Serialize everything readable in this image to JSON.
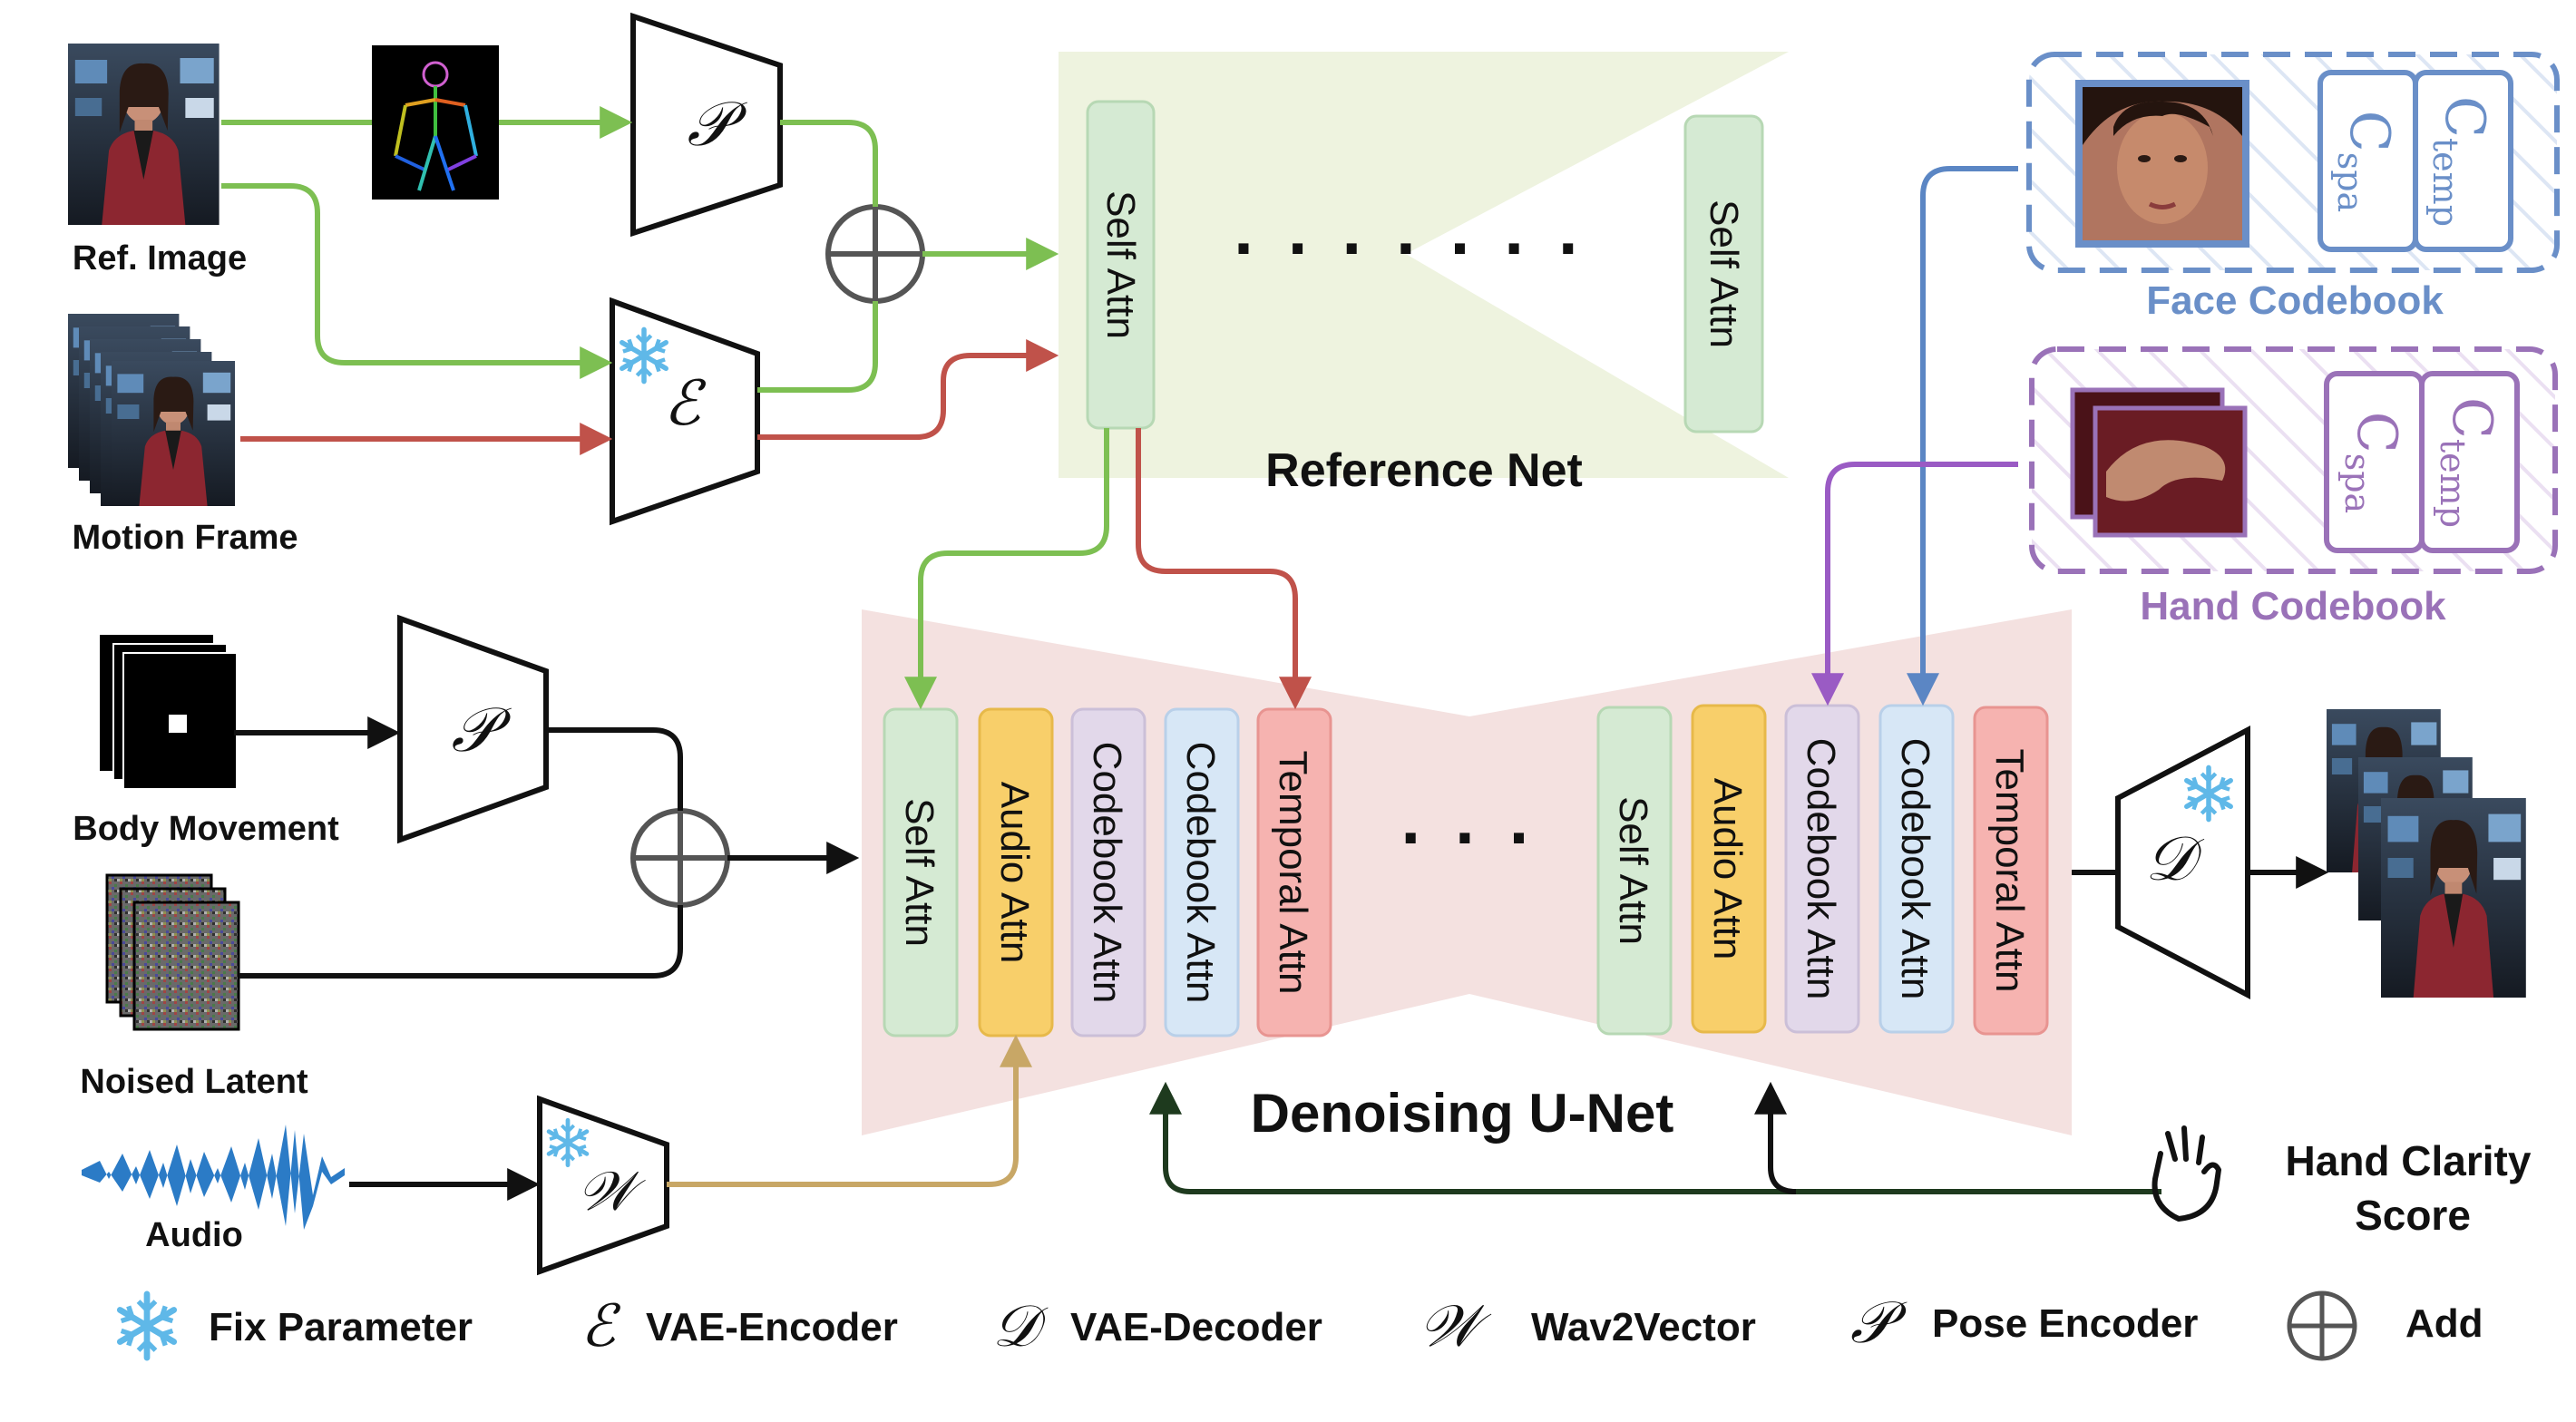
{
  "inputs": {
    "ref_image": "Ref. Image",
    "motion_frame": "Motion Frame",
    "body_movement": "Body Movement",
    "noised_latent": "Noised Latent",
    "audio": "Audio"
  },
  "symbols": {
    "pose": "𝒫",
    "encoder": "ℰ",
    "decoder": "𝒟",
    "wav": "𝒲"
  },
  "reference_net": {
    "title": "Reference Net",
    "blocks": [
      "Self Attn",
      "Self Attn"
    ],
    "ellipsis": "· · · · · · ·"
  },
  "denoising_unet": {
    "title": "Denoising U-Net",
    "blocks_left": [
      "Self Attn",
      "Audio Attn",
      "Codebook Attn",
      "Codebook Attn",
      "Temporal Attn"
    ],
    "blocks_right": [
      "Self Attn",
      "Audio Attn",
      "Codebook Attn",
      "Codebook Attn",
      "Temporal Attn"
    ],
    "ellipsis": "· · ·"
  },
  "codebooks": {
    "face": {
      "title": "Face Codebook",
      "c_spa": "C",
      "c_spa_sub": "spa",
      "c_temp": "C",
      "c_temp_sub": "temp"
    },
    "hand": {
      "title": "Hand Codebook",
      "c_spa": "C",
      "c_spa_sub": "spa",
      "c_temp": "C",
      "c_temp_sub": "temp"
    }
  },
  "hand_clarity": {
    "line1": "Hand Clarity",
    "line2": "Score"
  },
  "legend": {
    "fix_parameter": "Fix Parameter",
    "vae_encoder": "VAE-Encoder",
    "vae_decoder": "VAE-Decoder",
    "wav2vector": "Wav2Vector",
    "pose_encoder": "Pose Encoder",
    "add": "Add"
  },
  "colors": {
    "green": "#7dbf52",
    "red": "#c0524a",
    "blue": "#5b86c4",
    "purple": "#9a5bc4",
    "gold": "#c8a766",
    "dark_green": "#1e3a1e",
    "ref_net_fill": "#eef3df",
    "unet_fill": "#f4e1e0",
    "self_attn": "#d5ead3",
    "audio_attn": "#f8cf6a",
    "codebook_a": "#e2d8ea",
    "codebook_b": "#d7e7f6",
    "temporal_attn": "#f6b3b0",
    "face_border": "#6a8fc8",
    "hand_border": "#9a72b8",
    "face_title": "#6a8fc8",
    "hand_title": "#9a72b8",
    "snow": "#5fb8e8"
  }
}
